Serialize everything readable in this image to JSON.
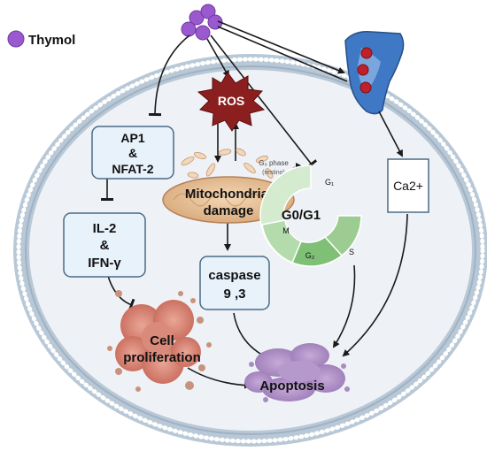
{
  "legend": {
    "label": "Thymol",
    "dot_color": "#9b59d0"
  },
  "nodes": {
    "ros": "ROS",
    "ap1_line1": "AP1",
    "ap1_line2": "&",
    "ap1_line3": "NFAT-2",
    "il2_line1": "IL-2",
    "il2_line2": "&",
    "il2_line3": "IFN-γ",
    "mito_line1": "Mitochondrial",
    "mito_line2": "damage",
    "caspase_line1": "caspase",
    "caspase_line2": "9 ,3",
    "cell_line1": "Cell",
    "cell_line2": "proliferation",
    "apoptosis": "Apoptosis",
    "ca": "Ca2+"
  },
  "cell_cycle": {
    "center": "G0/G1",
    "g0_phase_line1": "G₀ phase",
    "g0_phase_line2": "(resting)",
    "g1": "G₁",
    "s": "S",
    "g2": "G₂",
    "m": "M"
  },
  "colors": {
    "box_fill": "#e8f2fb",
    "box_stroke": "#4a6a86",
    "ros_fill": "#8b1f1f",
    "membrane": "#b9c8d6",
    "cytoplasm": "#eef2f6",
    "cycle_light": "#d4ebcf",
    "cycle_dark": "#7fbf76",
    "apoptosis": "#a98bc0",
    "proliferation": "#d9897a"
  }
}
